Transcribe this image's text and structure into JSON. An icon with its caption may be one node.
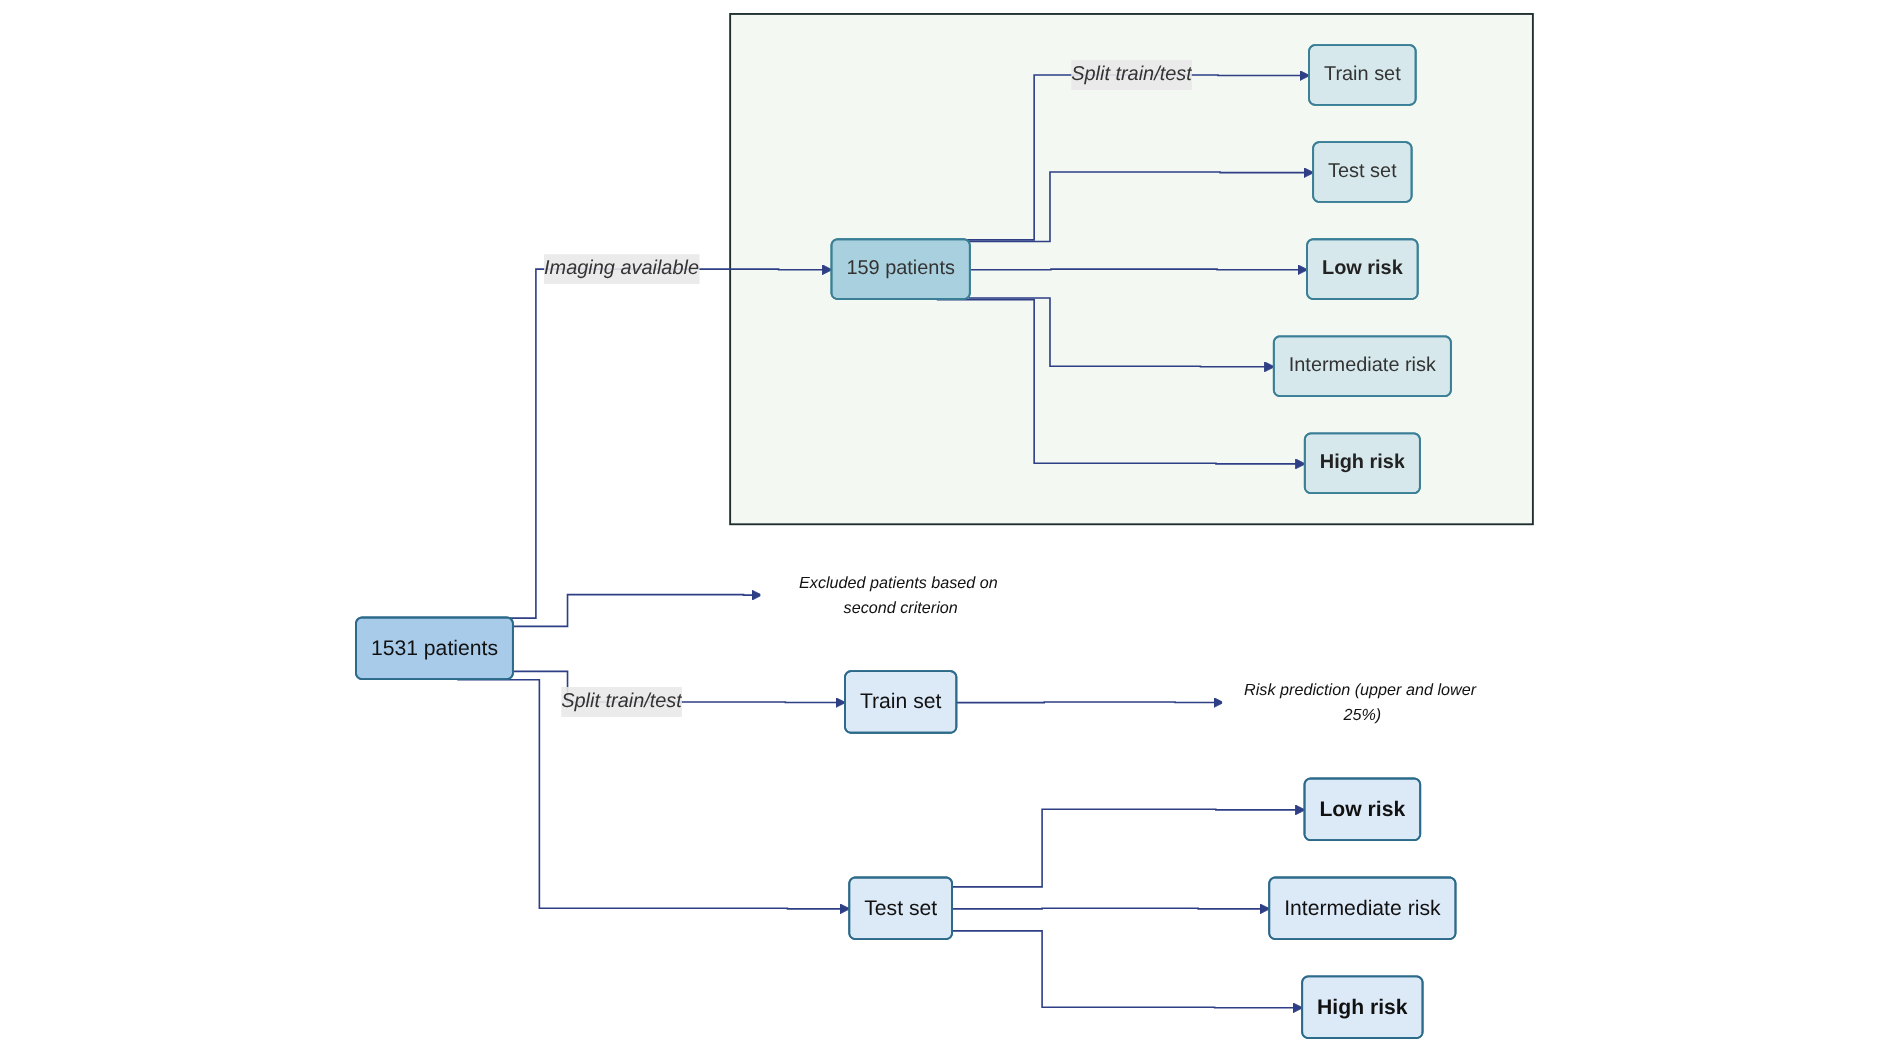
{
  "diagram": {
    "nodes": [
      {
        "text": [
          "Excluded patients based on second criterion"
        ]
      },
      {
        "text": [
          "1531 patients"
        ]
      },
      {
        "text": [
          "Train set"
        ]
      },
      {
        "text": [
          "Risk prediction (upper and lower 25%)"
        ]
      },
      {
        "text": [
          "Test set"
        ]
      },
      {
        "text": [
          "Low risk"
        ]
      },
      {
        "text": [
          "Intermediate risk"
        ]
      },
      {
        "text": [
          "High risk"
        ]
      },
      {
        "text": [],
        "shape": "box"
      },
      {
        "text": [
          "159 patients"
        ],
        "in": 8
      },
      {
        "text": [
          "Train set"
        ],
        "in": 8
      },
      {
        "text": [
          "Test set"
        ],
        "in": 8
      },
      {
        "text": [
          "Low risk"
        ],
        "in": 8
      },
      {
        "text": [
          "Intermediate risk"
        ],
        "in": 8
      },
      {
        "text": [
          "High risk"
        ],
        "in": 8
      }
    ],
    "edges": [
      {
        "from": 1,
        "to": 0,
        "arrow": "to"
      },
      {
        "from": 1,
        "to": 2,
        "arrow": "to",
        "label": "Split train/test"
      },
      {
        "from": 1,
        "to": 4,
        "arrow": "to"
      },
      {
        "from": 2,
        "to": 3,
        "arrow": "to"
      },
      {
        "from": 4,
        "to": 5,
        "arrow": "to"
      },
      {
        "from": 4,
        "to": 6,
        "arrow": "to"
      },
      {
        "from": 4,
        "to": 7,
        "arrow": "to"
      },
      {
        "from": 1,
        "to": 9,
        "arrow": "to",
        "label": "Imaging available"
      },
      {
        "from": 9,
        "to": 10,
        "arrow": "to",
        "label": "Split train/test"
      },
      {
        "from": 9,
        "to": 11,
        "arrow": "to"
      },
      {
        "from": 9,
        "to": 12,
        "arrow": "to"
      },
      {
        "from": 9,
        "to": 13,
        "arrow": "to"
      },
      {
        "from": 9,
        "to": 14,
        "arrow": "to"
      }
    ]
  }
}
